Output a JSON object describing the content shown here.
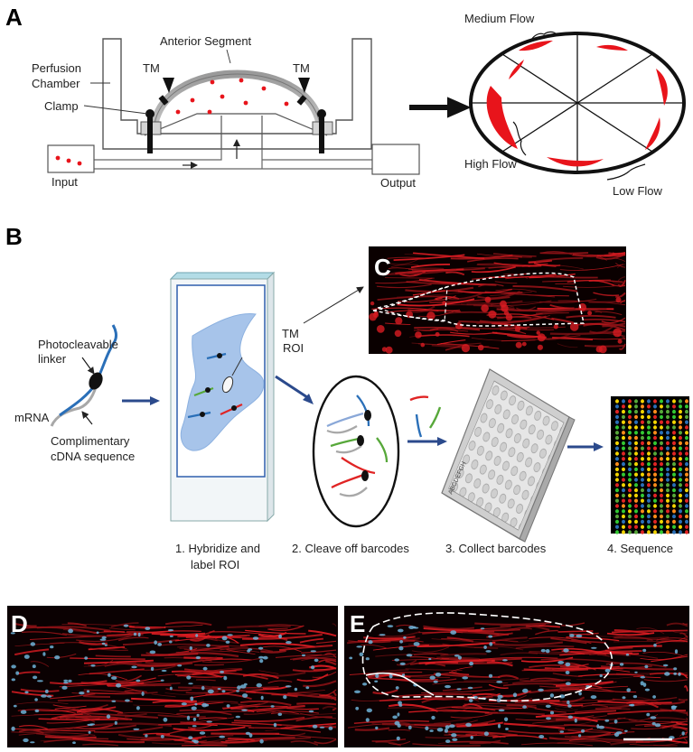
{
  "panel_labels": {
    "a": "A",
    "b": "B",
    "c": "C",
    "d": "D",
    "e": "E"
  },
  "panel_a": {
    "perfusion_chamber_line1": "Perfusion",
    "perfusion_chamber_line2": "Chamber",
    "clamp": "Clamp",
    "tm_left": "TM",
    "tm_right": "TM",
    "anterior_segment": "Anterior Segment",
    "input": "Input",
    "output": "Output",
    "medium_flow": "Medium Flow",
    "high_flow": "High Flow",
    "low_flow": "Low Flow"
  },
  "panel_b": {
    "photocleavable_line1": "Photocleavable",
    "photocleavable_line2": "linker",
    "mrna": "mRNA",
    "complimentary_line1": "Complimentary",
    "complimentary_line2": "cDNA sequence",
    "tm_roi_line1": "TM",
    "tm_roi_line2": "ROI",
    "step1_line1": "1. Hybridize and",
    "step1_line2": "label ROI",
    "step2": "2. Cleave off barcodes",
    "step3": "3. Collect barcodes",
    "step4": "4. Sequence",
    "plate_rows": "ABCDEFGH"
  },
  "colors": {
    "flow_red": "#e8141b",
    "barcode_blue": "#2a6fb8",
    "barcode_green": "#57a83a",
    "barcode_red": "#e02424",
    "tissue_blue": "#a7c4ea",
    "nuclei_cyan": "#6fb3d8",
    "stain_red": "#d81c22"
  }
}
